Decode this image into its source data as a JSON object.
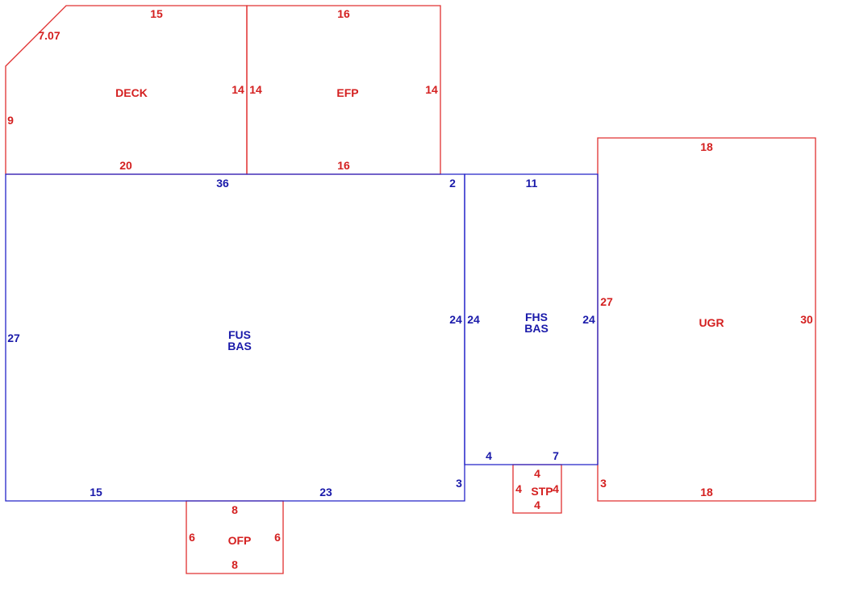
{
  "colors": {
    "red": "#d42020",
    "blue": "#1a1aaa"
  },
  "areas": {
    "deck": {
      "name": "DECK",
      "top": "15",
      "diag": "7.07",
      "left": "9",
      "right": "14",
      "bottom": "20"
    },
    "efp": {
      "name": "EFP",
      "top": "16",
      "left": "14",
      "right": "14",
      "bottom": "16"
    },
    "bas": {
      "name1": "FUS",
      "name2": "BAS",
      "top": "36",
      "top_right": "2",
      "left": "27",
      "right": "24",
      "bottom_left": "15",
      "bottom_right": "23",
      "step": "3"
    },
    "fhs": {
      "name1": "FHS",
      "name2": "BAS",
      "top": "11",
      "left": "24",
      "right": "24",
      "bottom_left": "4",
      "bottom_right": "7"
    },
    "ugr": {
      "name": "UGR",
      "top": "18",
      "left": "27",
      "right": "30",
      "bottom": "18",
      "step": "3"
    },
    "ofp": {
      "name": "OFP",
      "top": "8",
      "left": "6",
      "right": "6",
      "bottom": "8"
    },
    "stp": {
      "name": "STP",
      "top": "4",
      "left": "4",
      "right": "4",
      "bottom": "4"
    }
  }
}
